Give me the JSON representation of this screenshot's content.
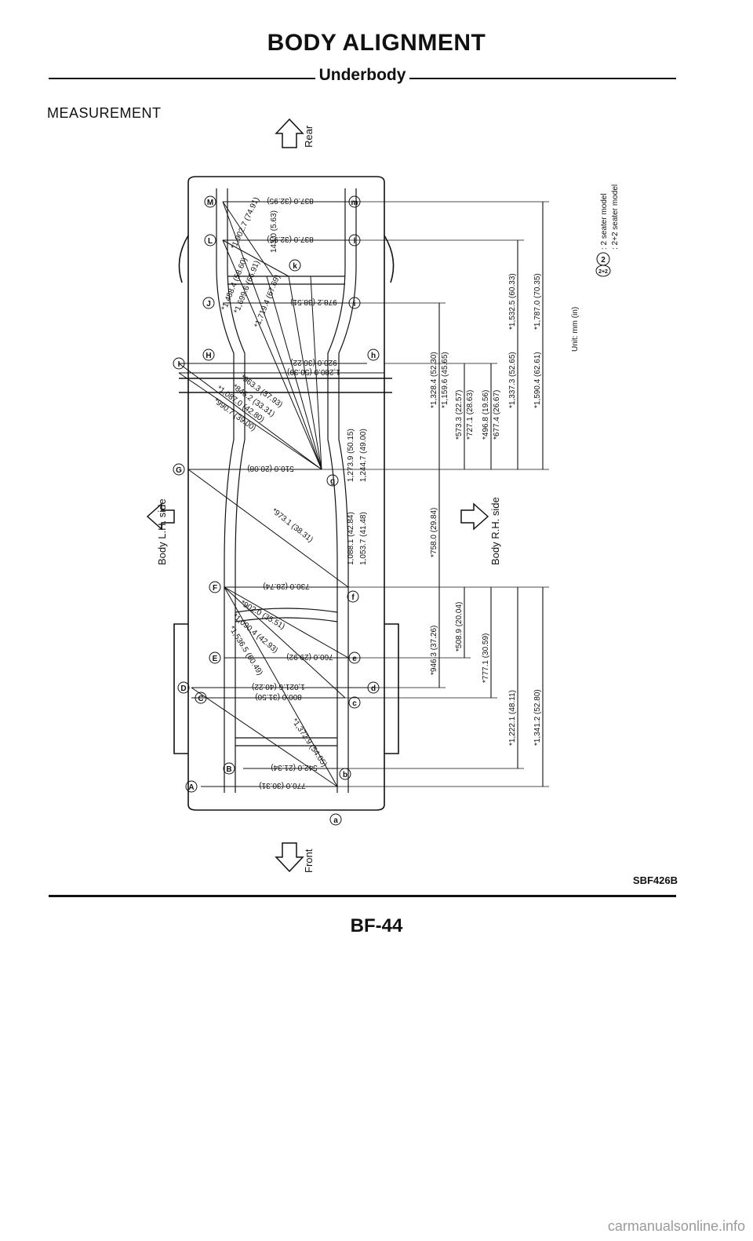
{
  "header": {
    "title": "BODY ALIGNMENT",
    "subtitle": "Underbody",
    "section": "MEASUREMENT"
  },
  "directions": {
    "rear": "Rear",
    "front": "Front",
    "lh": "Body L.H. side",
    "rh": "Body R.H. side"
  },
  "legend": {
    "unit": "Unit: mm (in)",
    "two_seater_badge": "2",
    "two_seater_text": ": 2 seater model",
    "two_plus_two_badge": "2+2",
    "two_plus_two_text": ": 2+2 seater model"
  },
  "points_lh": [
    "M",
    "L",
    "J",
    "H",
    "I",
    "G",
    "F",
    "E",
    "D",
    "C",
    "B",
    "A"
  ],
  "points_rh": [
    "m",
    "l",
    "k",
    "i",
    "h",
    "g",
    "f",
    "e",
    "d",
    "c",
    "b",
    "a"
  ],
  "widths": [
    "837.0 (32.95)",
    "837.0 (32.95)",
    "978.2 (38.51)",
    "920.0 (36.22)",
    "1,280.0 (50.39)",
    "510.0 (20.08)",
    "730.0 (28.74)",
    "760.0 (29.92)",
    "1,021.6 (40.22)",
    "800.0 (31.50)",
    "542.0 (21.34)",
    "770.0 (30.31)"
  ],
  "diagonals": [
    "143.0 (5.63)",
    "*1,902.7 (74.91)",
    "*1,488.4 (58.60)",
    "*1,699.6 (66.91)",
    "*1,719.4 (67.69)",
    "*963.3 (37.93)",
    "*846.2 (33.31)",
    "*1,087.0 (42.80)",
    "*990.7 (39.00)",
    "*973.1 (38.31)",
    "*902.0 (35.51)",
    "*1,090.4 (42.93)",
    "*1,536.5 (60.49)",
    "*1,372.9 (54.05)"
  ],
  "centre_values": [
    "1,088.1 (42.84)",
    "1,273.9 (50.15)",
    "1,053.7 (41.48)",
    "1,244.7 (49.00)"
  ],
  "lengths": [
    "*1,328.4 (52.30)",
    "*1,159.6 (45.65)",
    "*573.3 (22.57)",
    "*727.1 (28.63)",
    "*496.8 (19.56)",
    "*677.4 (26.67)",
    "*1,337.3 (52.65)",
    "*1,532.5 (60.33)",
    "*1,590.4 (62.61)",
    "*1,787.0 (70.35)",
    "*758.0 (29.84)",
    "*946.3 (37.26)",
    "*508.9 (20.04)",
    "*777.1 (30.59)",
    "*1,222.1 (48.11)",
    "*1,341.2 (52.80)"
  ],
  "code": "SBF426B",
  "page_number": "BF-44",
  "watermark": "carmanualsonline.info"
}
